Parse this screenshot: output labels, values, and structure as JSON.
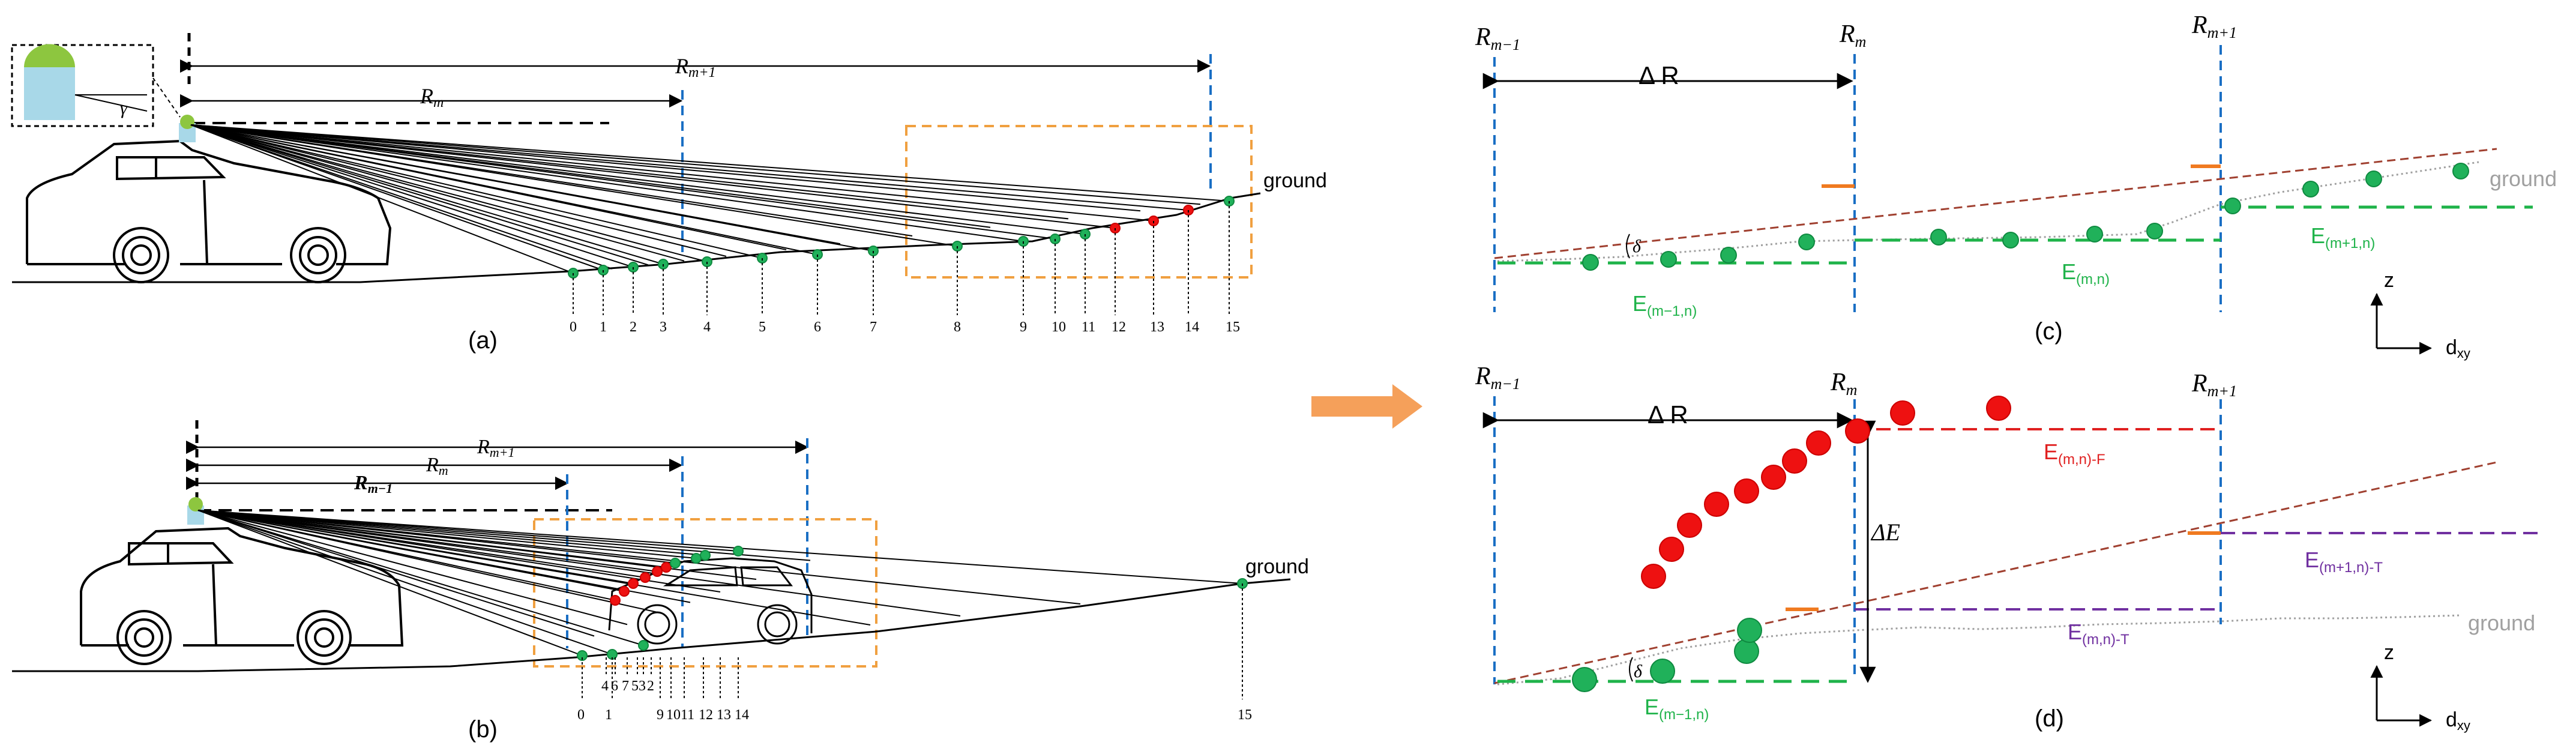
{
  "panels": {
    "a": "(a)",
    "b": "(b)",
    "c": "(c)",
    "d": "(d)"
  },
  "labels": {
    "ground": "ground",
    "r_m": "R",
    "r_m_sub": "m",
    "r_m1": "R",
    "r_m1_sub": "m+1",
    "r_mm1": "R",
    "r_mm1_sub": "m−1",
    "delta_r": "Δ R",
    "delta_e": "ΔE",
    "delta_sym": "δ",
    "gamma_sym": "γ",
    "z": "z",
    "dxy": "d",
    "dxy_sub": "xy",
    "e_mm1n": "E",
    "e_mm1n_sub": "(m−1,n)",
    "e_mn": "E",
    "e_mn_sub": "(m,n)",
    "e_m1n": "E",
    "e_m1n_sub": "(m+1,n)",
    "e_mnF": "E",
    "e_mnF_sub": "(m,n)-F",
    "e_m1nT": "E",
    "e_m1nT_sub": "(m+1,n)-T",
    "e_mnT": "E",
    "e_mnT_sub": "(m,n)-T"
  },
  "ticks_a": [
    "0",
    "1",
    "2",
    "3",
    "4",
    "5",
    "6",
    "7",
    "8",
    "9",
    "10",
    "11",
    "12",
    "13",
    "14",
    "15"
  ],
  "ticks_b": [
    "0",
    "1",
    "4",
    "6",
    "7",
    "5",
    "3",
    "2",
    "9",
    "10",
    "11",
    "12",
    "13",
    "14",
    "15"
  ],
  "colors": {
    "green": "#20b15a",
    "red": "#ee1111",
    "blue_dash": "#1a6fc4",
    "orange_box": "#f0a040",
    "orange_arrow": "#f5a05a",
    "green_dash": "#1fb34a",
    "red_dash": "#e02020",
    "purple_dash": "#7030a0",
    "brown_dash": "#a04030",
    "gray_dot": "#a0a0a0"
  }
}
